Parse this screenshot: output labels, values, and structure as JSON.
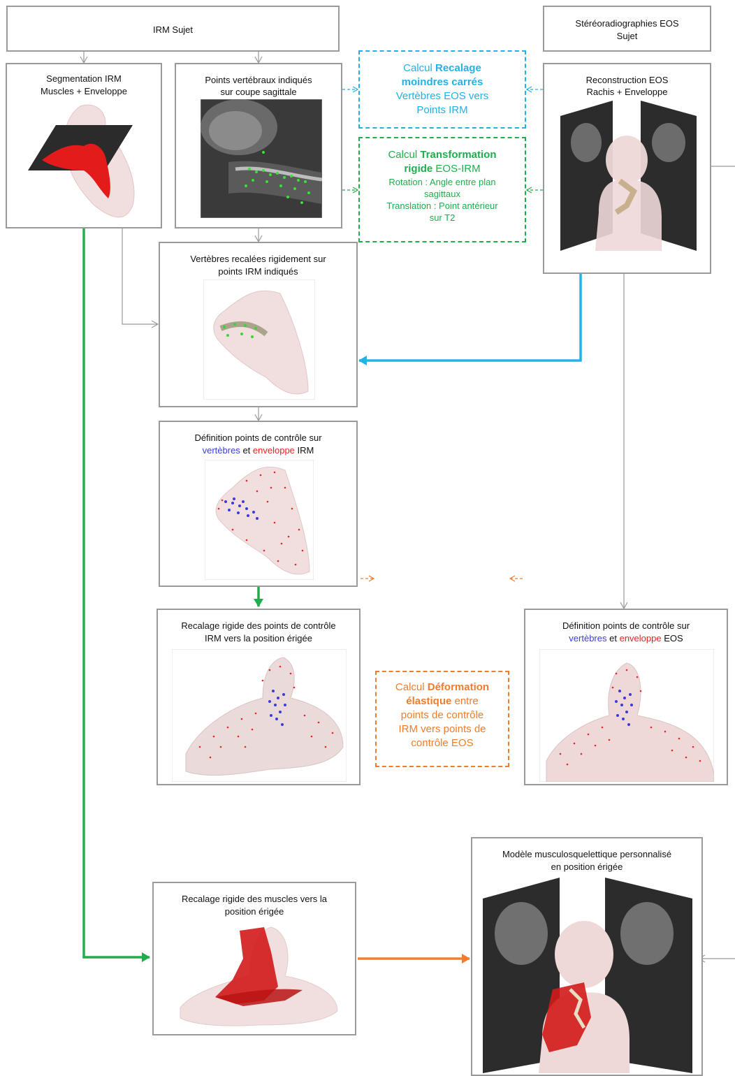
{
  "irm_sujet": "IRM Sujet",
  "eos_sujet": [
    "Stéréoradiographies EOS",
    "Sujet"
  ],
  "seg_irm": [
    "Segmentation IRM",
    "Muscles + Enveloppe"
  ],
  "points_vert": [
    "Points vertébraux indiqués",
    "sur coupe sagittale"
  ],
  "recon_eos": [
    "Reconstruction EOS",
    "Rachis + Enveloppe"
  ],
  "calc_recalage": {
    "pre": "Calcul",
    "bold1": "Recalage",
    "bold2": "moindres carrés",
    "l3": "Vertèbres EOS vers",
    "l4": "Points IRM"
  },
  "calc_transfo": {
    "pre": "Calcul",
    "bold1": "Transformation",
    "bold2": "rigide",
    "post": "EOS-IRM",
    "l3": "Rotation : Angle entre plan",
    "l4": "sagittaux",
    "l5": "Translation : Point antérieur",
    "l6": "sur T2"
  },
  "vert_recalees": [
    "Vertèbres recalées rigidement sur",
    "points IRM indiqués"
  ],
  "def_irm": {
    "l1": "Définition points de contrôle sur",
    "blue": "vertèbres",
    "mid": "et",
    "red": "enveloppe",
    "end": "IRM"
  },
  "recal_pts": [
    "Recalage rigide des points de contrôle",
    "IRM vers la position érigée"
  ],
  "def_eos": {
    "l1": "Définition points de contrôle sur",
    "blue": "vertèbres",
    "mid": "et",
    "red": "enveloppe",
    "end": "EOS"
  },
  "calc_deform": {
    "pre": "Calcul",
    "bold1": "Déformation",
    "bold2": "élastique",
    "post": "entre",
    "l3": "points de contrôle",
    "l4": "IRM vers points de",
    "l5": "contrôle EOS"
  },
  "modele": [
    "Modèle musculosquelettique personnalisé",
    "en position érigée"
  ],
  "recal_muscles": [
    "Recalage rigide des muscles vers la",
    "position érigée"
  ]
}
